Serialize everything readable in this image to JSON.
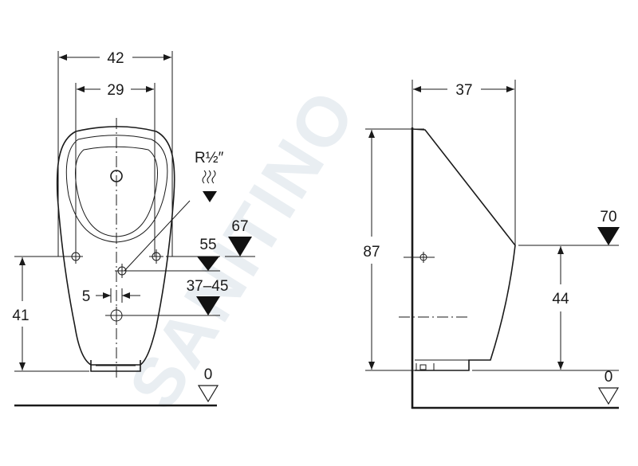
{
  "watermark": "SANITINO",
  "front_view": {
    "dim_width_outer": "42",
    "dim_width_inner": "29",
    "dim_offset": "5",
    "dim_height": "41",
    "thread": "R½″",
    "level_55": "55",
    "level_67": "67",
    "level_range": "37–45",
    "floor": "0"
  },
  "side_view": {
    "dim_depth": "37",
    "dim_height": "87",
    "dim_44": "44",
    "level_70": "70",
    "floor": "0"
  },
  "colors": {
    "ink": "#1a1a1a",
    "watermark": "#e9eef2"
  }
}
